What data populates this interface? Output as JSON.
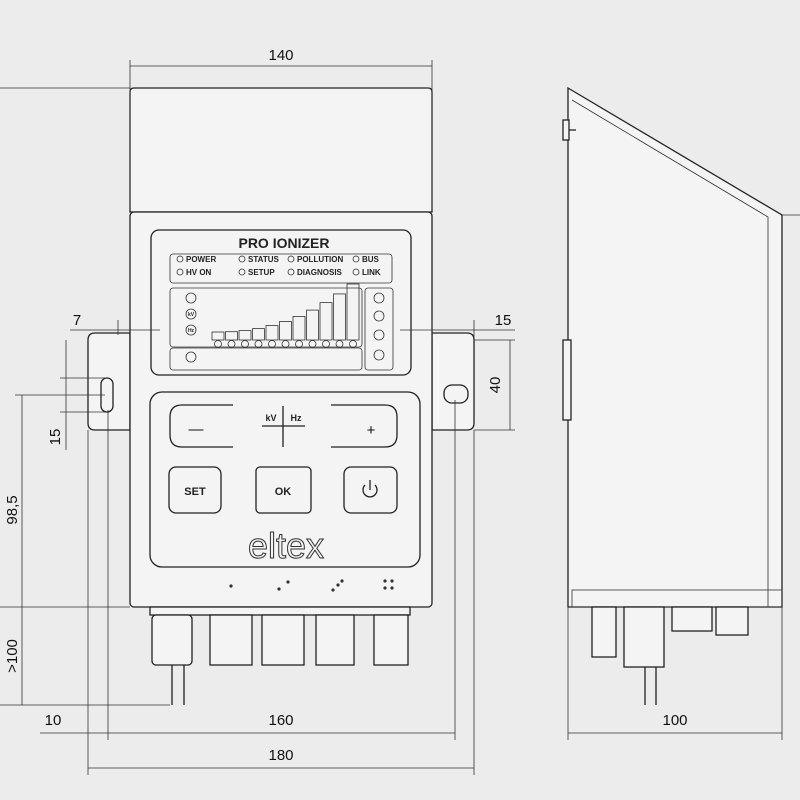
{
  "drawing": {
    "product_title": "PRO IONIZER",
    "leds": [
      "POWER",
      "STATUS",
      "POLLUTION",
      "BUS",
      "HV ON",
      "SETUP",
      "DIAGNOSIS",
      "LINK"
    ],
    "display_icons": [
      "kV",
      "Hz"
    ],
    "keys": {
      "minus": "—",
      "plus": "+",
      "kv": "kV",
      "hz": "Hz",
      "set": "SET",
      "ok": "OK",
      "power": "power-icon"
    },
    "logo": "eltex",
    "dimensions": {
      "width_top": "140",
      "ear_left": "7",
      "ear_right": "15",
      "ear_height": "40",
      "slot": "15",
      "hole_height": "98,5",
      "cable_clearance": ">100",
      "ear_offset": "10",
      "hole_spacing": "160",
      "overall_width": "180",
      "depth": "100"
    }
  }
}
